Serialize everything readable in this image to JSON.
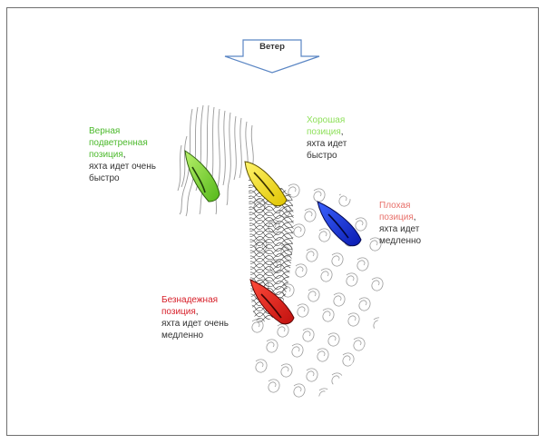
{
  "wind": {
    "label": "Ветер"
  },
  "positions": {
    "true_leeward": {
      "title_line1": "Верная",
      "title_line2": "подветренная",
      "title_line3": "позиция",
      "comma": ",",
      "desc_line1": "яхта идет очень",
      "desc_line2": "быстро",
      "color": "#4bb92b",
      "boat_color": "#7ed321"
    },
    "good": {
      "title_line1": "Хорошая",
      "title_line2": "позиция",
      "comma": ",",
      "desc_line1": "яхта идет",
      "desc_line2": "быстро",
      "color": "#8ee05a",
      "boat_color": "#f5e20a"
    },
    "bad": {
      "title_line1": "Плохая",
      "title_line2": "позиция",
      "comma": ",",
      "desc_line1": "яхта идет",
      "desc_line2": "медленно",
      "color": "#e8706a",
      "boat_color": "#1428d6"
    },
    "hopeless": {
      "title_line1": "Безнадежная",
      "title_line2": "позиция",
      "comma": ",",
      "desc_line1": "яхта идет очень",
      "desc_line2": "медленно",
      "color": "#d71e28",
      "boat_color": "#e8201c"
    }
  }
}
